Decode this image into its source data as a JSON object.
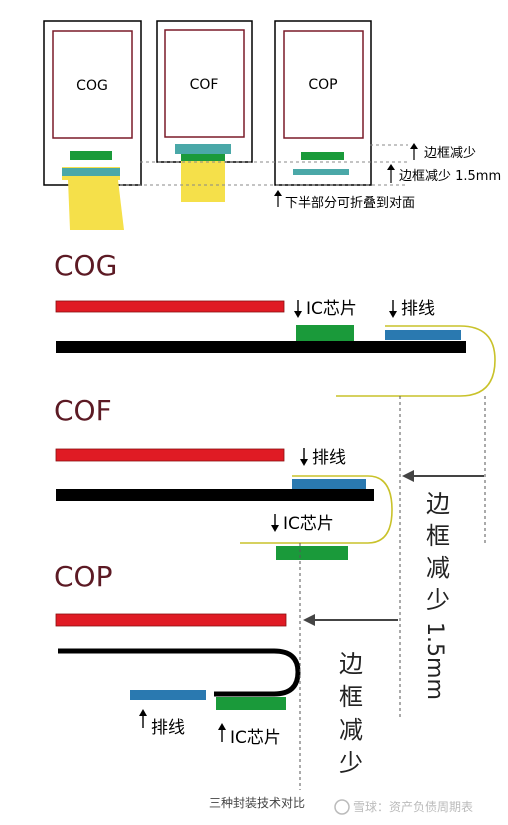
{
  "top_panel": {
    "cog_label": "COG",
    "cof_label": "COF",
    "cop_label": "COP",
    "bezel_reduced": "边框减少",
    "bezel_reduced_1_5": "边框减少 1.5mm",
    "fold_note": "下半部分可折叠到对面"
  },
  "sections": {
    "cog_title": "COG",
    "cof_title": "COF",
    "cop_title": "COP"
  },
  "labels": {
    "cog_ic_chip": "IC芯片",
    "cog_cable": "排线",
    "cof_cable": "排线",
    "cof_ic_chip": "IC芯片",
    "cop_cable": "排线",
    "cop_ic_chip": "IC芯片"
  },
  "vertical_labels": {
    "bezel_1_5_chars": [
      "边",
      "框",
      "减",
      "少",
      "1",
      ".",
      "5",
      "m",
      "m"
    ],
    "bezel_chars": [
      "边",
      "框",
      "减",
      "少"
    ]
  },
  "footer": {
    "caption": "三种封装技术对比",
    "watermark": "雪球：资产负债周期表"
  },
  "colors": {
    "red_bar": "#e01b24",
    "black_bar": "#000000",
    "green_chip": "#1a9a3a",
    "blue_cable": "#2a79b0",
    "yellow_flex": "#f5e04a",
    "title_dark": "#5c1a24",
    "gray_arrow": "#444444"
  }
}
